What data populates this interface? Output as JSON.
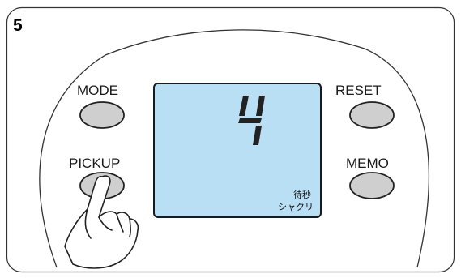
{
  "step_number": "5",
  "buttons": {
    "mode": "MODE",
    "pickup": "PICKUP",
    "reset": "RESET",
    "memo": "MEMO"
  },
  "display": {
    "digit": "4",
    "unit_line1": "待秒",
    "unit_line2": "シャクリ",
    "background_color": "#b9dff5"
  },
  "icons": {
    "pointing_hand": "hand-pointer-icon"
  },
  "colors": {
    "button_fill": "#cfcfcf",
    "outline": "#222222"
  }
}
